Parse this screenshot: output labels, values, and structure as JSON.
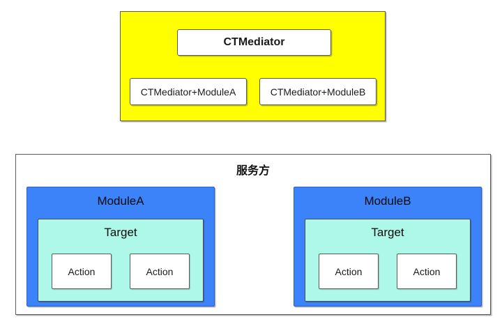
{
  "colors": {
    "mediator_background": "#ffff00",
    "module_background": "#3c82f8",
    "target_background": "#adf8e8",
    "box_background": "#ffffff",
    "border": "#5a5a5a",
    "text": "#111111"
  },
  "mediator_section": {
    "title": "CTMediator",
    "categories": [
      "CTMediator+ModuleA",
      "CTMediator+ModuleB"
    ]
  },
  "service_section": {
    "title": "服务方",
    "modules": [
      {
        "name": "ModuleA",
        "target": {
          "name": "Target",
          "actions": [
            "Action",
            "Action"
          ]
        }
      },
      {
        "name": "ModuleB",
        "target": {
          "name": "Target",
          "actions": [
            "Action",
            "Action"
          ]
        }
      }
    ]
  }
}
